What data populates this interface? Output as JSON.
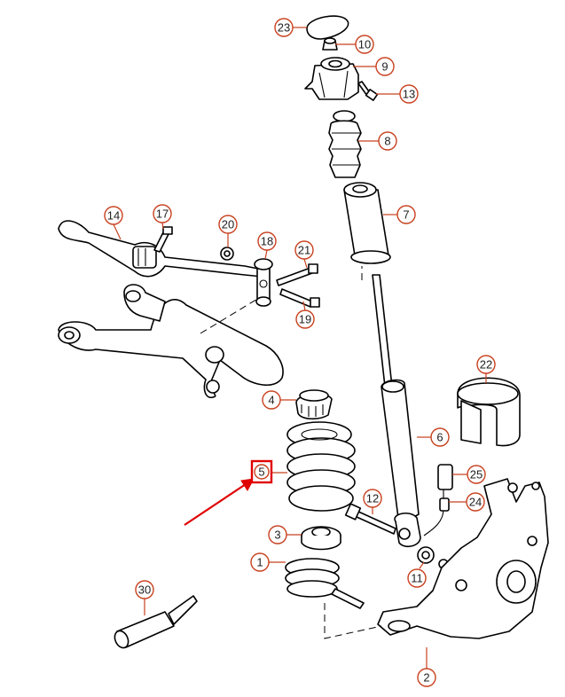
{
  "callouts": {
    "c23": "23",
    "c10": "10",
    "c9": "9",
    "c13": "13",
    "c8": "8",
    "c7": "7",
    "c14": "14",
    "c17": "17",
    "c20": "20",
    "c18": "18",
    "c21": "21",
    "c19": "19",
    "c22": "22",
    "c4": "4",
    "c6": "6",
    "c25": "25",
    "c5": "5",
    "c12": "12",
    "c24": "24",
    "c3": "3",
    "c1": "1",
    "c11": "11",
    "c30": "30",
    "c2": "2"
  },
  "highlight": {
    "part": "5",
    "color": "#e00000"
  },
  "colors": {
    "callout": "#c8401e",
    "arrow": "#e00000",
    "line": "#000000"
  }
}
